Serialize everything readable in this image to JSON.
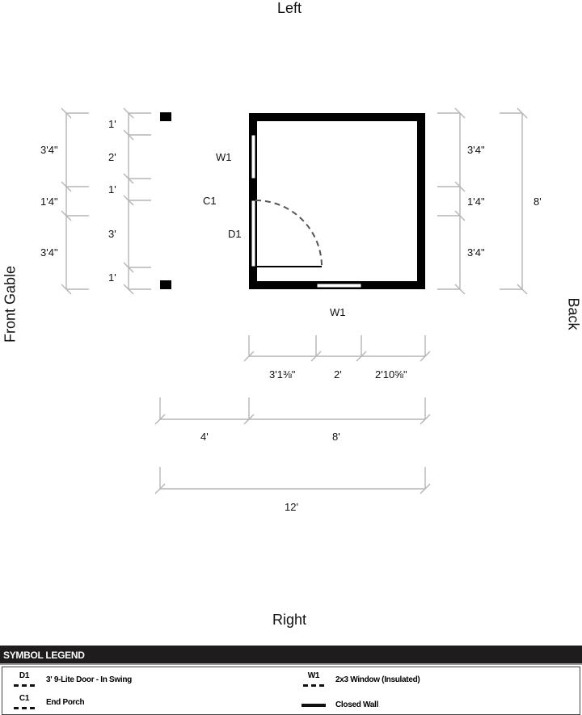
{
  "sides": {
    "top": "Left",
    "bottom": "Right",
    "left": "Front Gable",
    "right": "Back"
  },
  "plan": {
    "left_outer": [
      "3'4\"",
      "1'4\"",
      "3'4\""
    ],
    "left_inner": [
      "1'",
      "2'",
      "1'",
      "3'",
      "1'"
    ],
    "right": [
      "3'4\"",
      "1'4\"",
      "3'4\""
    ],
    "right_total": "8'",
    "bottom_openings": [
      "3'1⅜\"",
      "2'",
      "2'10⅝\""
    ],
    "porch_dims": [
      "4'",
      "8'"
    ],
    "total": "12'",
    "tags": {
      "w1_left": "W1",
      "c1": "C1",
      "d1": "D1",
      "w1_bottom": "W1"
    }
  },
  "legend": {
    "title": "SYMBOL LEGEND",
    "items": [
      {
        "code": "D1",
        "label": "3' 9-Lite Door - In Swing"
      },
      {
        "code": "W1",
        "label": "2x3 Window (Insulated)"
      },
      {
        "code": "C1",
        "label": "End Porch"
      },
      {
        "code": "",
        "label": "Closed Wall"
      }
    ]
  }
}
